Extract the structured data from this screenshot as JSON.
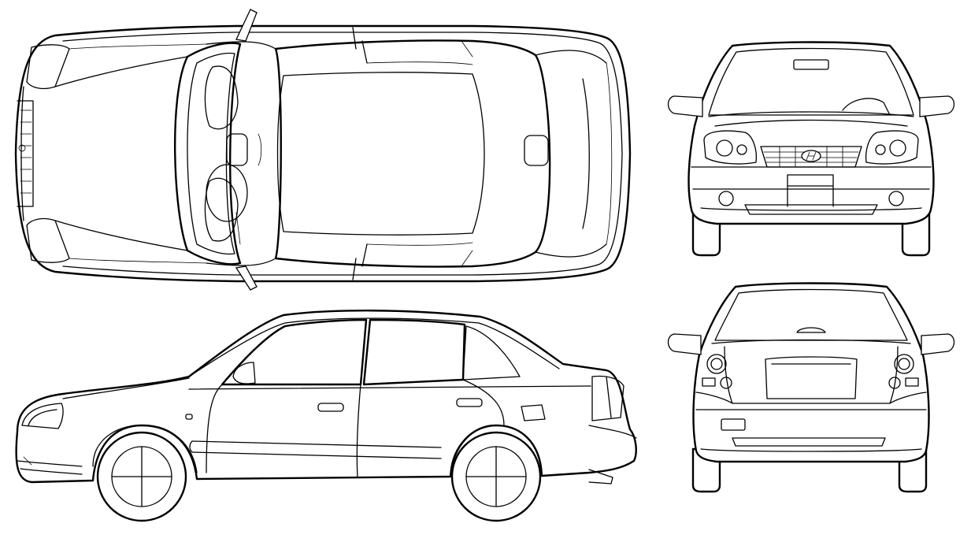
{
  "drawing": {
    "views": [
      "top-view",
      "side-view",
      "front-view",
      "rear-view"
    ],
    "line_color": "#000000",
    "background_color": "#ffffff",
    "brand_badge_icon": "hyundai-logo-icon"
  }
}
